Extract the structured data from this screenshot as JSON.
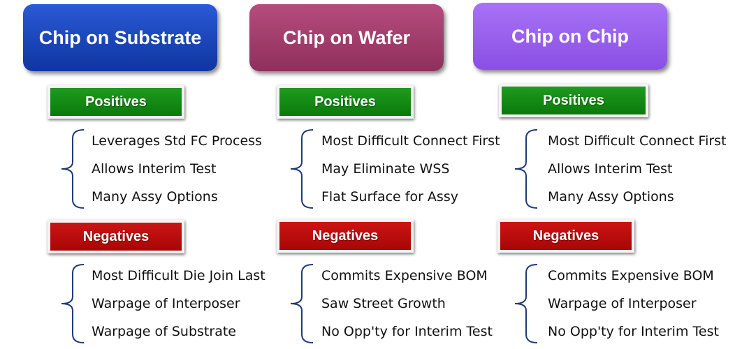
{
  "columns": [
    {
      "title": "Chip on Substrate",
      "color": "#1540b0",
      "positives_label": "Positives",
      "positives": [
        "Leverages Std FC Process",
        "Allows Interim Test",
        "Many Assy Options"
      ],
      "negatives_label": "Negatives",
      "negatives": [
        "Most Difficult Die Join Last",
        "Warpage of Interposer",
        "Warpage of Substrate"
      ]
    },
    {
      "title": "Chip on Wafer",
      "color": "#a43e6e",
      "positives_label": "Positives",
      "positives": [
        "Most Difficult Connect First",
        "May Eliminate WSS",
        "Flat Surface for Assy"
      ],
      "negatives_label": "Negatives",
      "negatives": [
        "Commits Expensive BOM",
        "Saw Street Growth",
        "No Opp'ty for Interim Test"
      ]
    },
    {
      "title": "Chip on Chip",
      "color": "#9b5fee",
      "positives_label": "Positives",
      "positives": [
        "Most Difficult Connect First",
        "Allows Interim Test",
        "Many Assy Options"
      ],
      "negatives_label": "Negatives",
      "negatives": [
        "Commits Expensive BOM",
        "Warpage of Interposer",
        "No Opp'ty for Interim Test"
      ]
    }
  ]
}
